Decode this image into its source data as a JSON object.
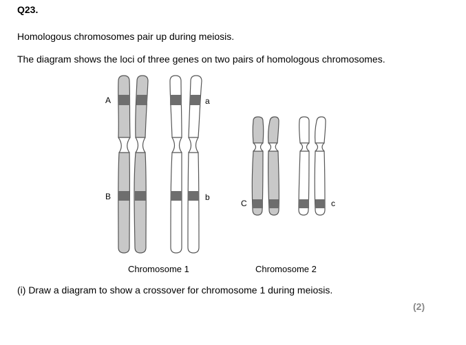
{
  "question": {
    "number": "Q23.",
    "intro": "Homologous chromosomes pair up during meiosis.",
    "diagram_description": "The diagram shows the loci of three genes on two pairs of homologous chromosomes.",
    "part_i": "(i)  Draw a diagram to show a crossover for chromosome 1 during meiosis.",
    "marks": "(2)"
  },
  "diagram": {
    "labels": {
      "A": "A",
      "a": "a",
      "B": "B",
      "b": "b",
      "C": "C",
      "c": "c"
    },
    "captions": {
      "chromosome1": "Chromosome 1",
      "chromosome2": "Chromosome 2"
    },
    "colors": {
      "grey_chromatid": "#c8c8c8",
      "white_chromatid": "#ffffff",
      "gene_band": "#6e6e6e",
      "outline": "#555555"
    }
  }
}
